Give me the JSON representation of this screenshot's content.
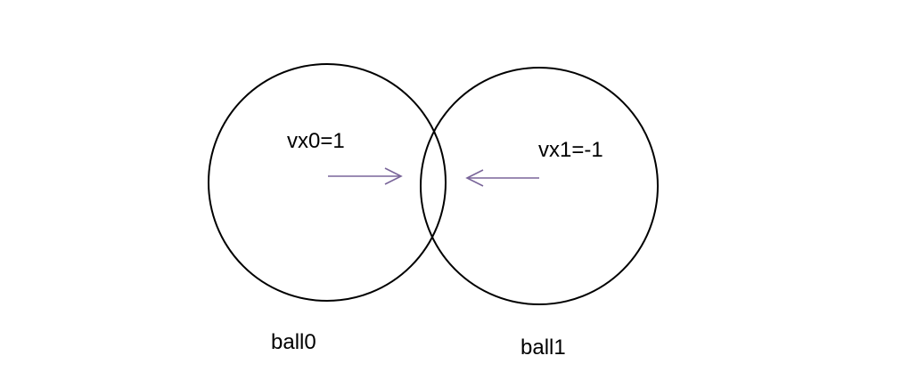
{
  "diagram": {
    "balls": [
      {
        "name": "ball0",
        "label": "ball0",
        "velocity_label": "vx0=1",
        "direction": "right"
      },
      {
        "name": "ball1",
        "label": "ball1",
        "velocity_label": "vx1=-1",
        "direction": "left"
      }
    ],
    "colors": {
      "outline": "#000000",
      "arrow": "#7a659a",
      "text": "#000000"
    }
  }
}
